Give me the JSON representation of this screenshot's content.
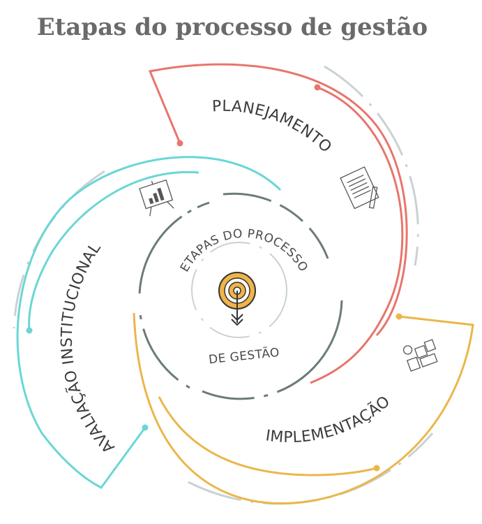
{
  "title": "Etapas do processo de gestão",
  "center": {
    "line1": "ETAPAS DO PROCESSO",
    "line2": "DE GESTÃO",
    "icon": "target-arrow-icon"
  },
  "stages": [
    {
      "id": "planejamento",
      "label": "PLANEJAMENTO",
      "color": "#e8756c",
      "icon": "document-pencil-icon"
    },
    {
      "id": "implementacao",
      "label": "IMPLEMENTAÇÃO",
      "color": "#ebb64a",
      "icon": "people-icon"
    },
    {
      "id": "avaliacao",
      "label": "AVALIAÇÃO INSTITUCIONAL",
      "color": "#6ad6d6",
      "icon": "presentation-board-icon"
    }
  ],
  "colors": {
    "title": "#6a6a6a",
    "inner_ring": "#6b7b7b",
    "dashed_ring": "#c9d2d2",
    "target_fill": "#f0b447"
  }
}
